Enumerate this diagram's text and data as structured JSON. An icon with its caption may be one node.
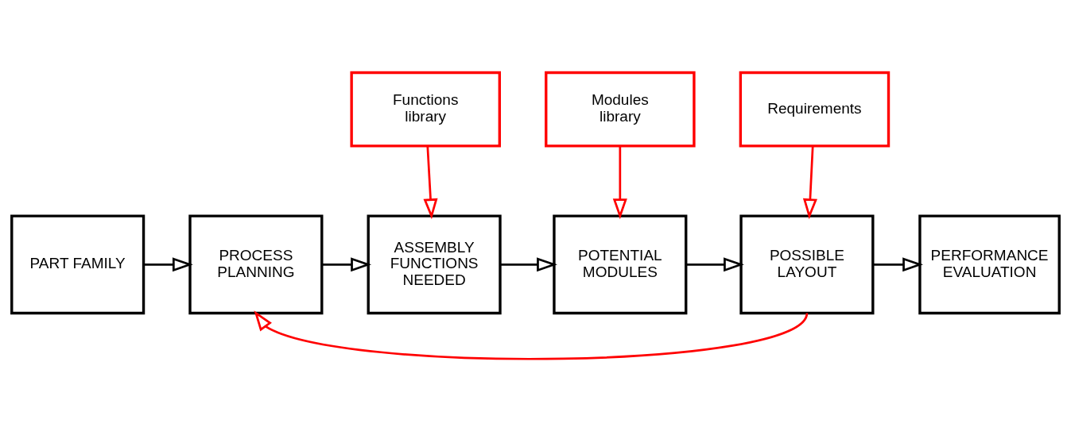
{
  "diagram": {
    "nodes": [
      {
        "text": [
          "Functions library"
        ]
      },
      {
        "text": [
          "Modules library"
        ]
      },
      {
        "text": [
          "Requirements"
        ]
      },
      {
        "text": [
          "PART FAMILY"
        ]
      },
      {
        "text": [
          "PROCESS PLANNING"
        ]
      },
      {
        "text": [
          "ASSEMBLY FUNCTIONS NEEDED"
        ]
      },
      {
        "text": [
          "POTENTIAL MODULES"
        ]
      },
      {
        "text": [
          "POSSIBLE LAYOUT"
        ]
      },
      {
        "text": [
          "PERFORMANCE EVALUATION"
        ]
      }
    ],
    "edges": [
      {
        "from": 3,
        "to": 4,
        "arrow": "to"
      },
      {
        "from": 4,
        "to": 5,
        "arrow": "to"
      },
      {
        "from": 5,
        "to": 6,
        "arrow": "to"
      },
      {
        "from": 6,
        "to": 7,
        "arrow": "to"
      },
      {
        "from": 7,
        "to": 8,
        "arrow": "to"
      },
      {
        "from": 0,
        "to": 5,
        "arrow": "to",
        "color": "#ff0000"
      },
      {
        "from": 1,
        "to": 6,
        "arrow": "to",
        "color": "#ff0000"
      },
      {
        "from": 2,
        "to": 7,
        "arrow": "to",
        "color": "#ff0000"
      },
      {
        "from": 7,
        "to": 4,
        "arrow": "to",
        "color": "#ff0000"
      }
    ]
  }
}
